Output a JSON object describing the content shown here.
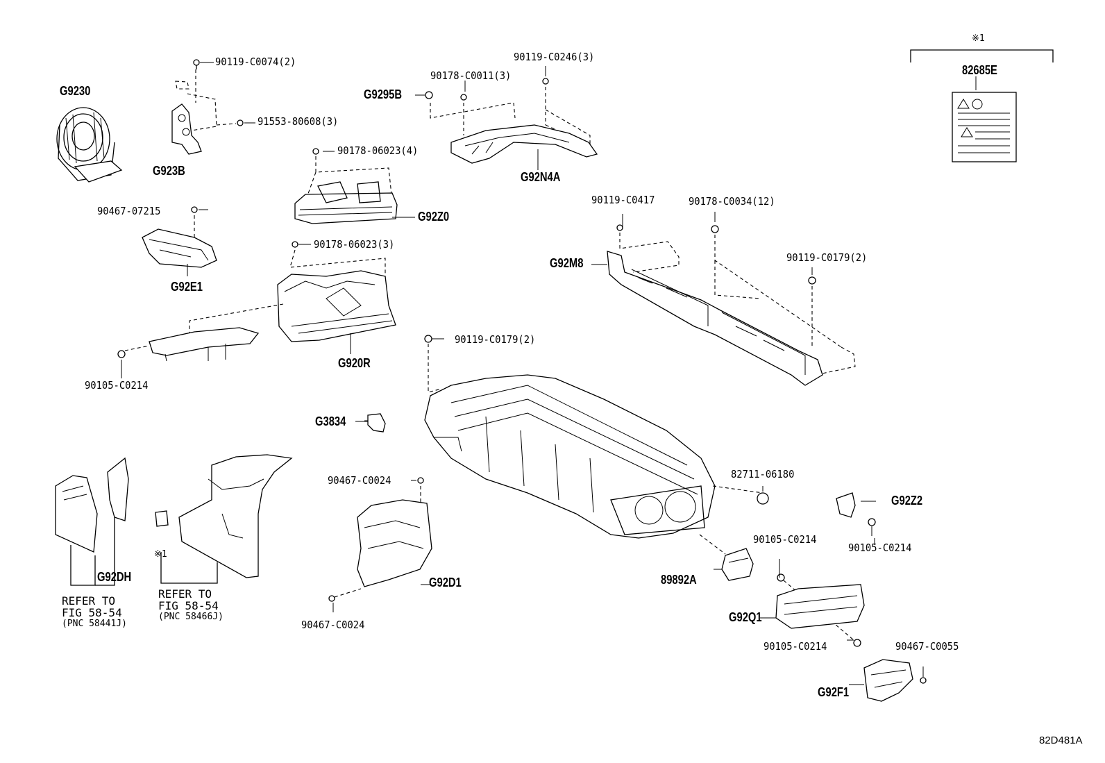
{
  "diagram_code": "82D481A",
  "note_mark": "※1",
  "labels": {
    "G9230": "G9230",
    "G923B": "G923B",
    "p90119_C0074_2": "90119-C0074(2)",
    "p91553_80608_3": "91553-80608(3)",
    "G9295B": "G9295B",
    "p90178_C0011_3": "90178-C0011(3)",
    "p90119_C0246_3": "90119-C0246(3)",
    "G92N4A": "G92N4A",
    "p90178_06023_4": "90178-06023(4)",
    "G92Z0": "G92Z0",
    "p90467_07215": "90467-07215",
    "G92E1": "G92E1",
    "p90178_06023_3": "90178-06023(3)",
    "G920R": "G920R",
    "p90105_C0214_left": "90105-C0214",
    "p90119_C0417": "90119-C0417",
    "p90178_C0034_12": "90178-C0034(12)",
    "G92M8": "G92M8",
    "p90119_C0179_2_right": "90119-C0179(2)",
    "p90119_C0179_2_mid": "90119-C0179(2)",
    "G3834": "G3834",
    "p82711_06180": "82711-06180",
    "G92Z2": "G92Z2",
    "p90105_C0214_r1": "90105-C0214",
    "p90105_C0214_r2": "90105-C0214",
    "p90467_C0024_top": "90467-C0024",
    "G92D1": "G92D1",
    "p90467_C0024_bot": "90467-C0024",
    "G92DH": "G92DH",
    "p89892A": "89892A",
    "G92Q1": "G92Q1",
    "p90105_C0214_r3": "90105-C0214",
    "p90467_C0055": "90467-C0055",
    "G92F1": "G92F1",
    "p82685E": "82685E"
  },
  "refer1": {
    "line1": "REFER TO",
    "line2": "FIG 58-54",
    "line3": "(PNC 58441J)"
  },
  "refer2": {
    "line1": "REFER TO",
    "line2": "FIG 58-54",
    "line3": "(PNC 58466J)"
  }
}
